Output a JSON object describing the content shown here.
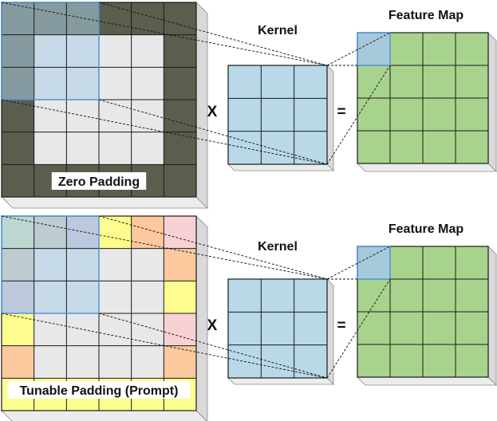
{
  "panels": [
    {
      "id": "zero",
      "padding_label": "Zero Padding",
      "kernel_label": "Kernel",
      "feature_map_label": "Feature Map",
      "operator_multiply": "X",
      "operator_equals": "=",
      "grid_size": 6,
      "padding_colors": [
        [
          "#5b5e4d",
          "#5b5e4d",
          "#5b5e4d",
          "#5b5e4d",
          "#5b5e4d",
          "#5b5e4d"
        ],
        [
          "#5b5e4d",
          "",
          "",
          "",
          "",
          "#5b5e4d"
        ],
        [
          "#5b5e4d",
          "",
          "",
          "",
          "",
          "#5b5e4d"
        ],
        [
          "#5b5e4d",
          "",
          "",
          "",
          "",
          "#5b5e4d"
        ],
        [
          "#5b5e4d",
          "",
          "",
          "",
          "",
          "#5b5e4d"
        ],
        [
          "#5b5e4d",
          "#5b5e4d",
          "#5b5e4d",
          "#5b5e4d",
          "#5b5e4d",
          "#5b5e4d"
        ]
      ]
    },
    {
      "id": "tunable",
      "padding_label": "Tunable Padding (Prompt)",
      "kernel_label": "Kernel",
      "feature_map_label": "Feature Map",
      "operator_multiply": "X",
      "operator_equals": "=",
      "grid_size": 6,
      "padding_colors": [
        [
          "#d3e2b8",
          "#d6c9b6",
          "#d3c2d2",
          "#fdfd8f",
          "#fbc99d",
          "#f7d1d4"
        ],
        [
          "#d6c9b6",
          "",
          "",
          "",
          "",
          "#fbc99d"
        ],
        [
          "#d3c2d2",
          "",
          "",
          "",
          "",
          "#fdfd8f"
        ],
        [
          "#fdfd8f",
          "",
          "",
          "",
          "",
          "#f7d1d4"
        ],
        [
          "#fbc99d",
          "",
          "",
          "",
          "",
          "#fbc99d"
        ],
        [
          "#fdfd8f",
          "#fdfd8f",
          "#fdfd8f",
          "#fdfd8f",
          "#fdfd8f",
          "#fdfd8f"
        ]
      ]
    }
  ],
  "colors": {
    "inner_cell": "#e8e8e8",
    "kernel_fill": "#b9d8e8",
    "kernel_overlay": "#a9cde6",
    "feature_fill": "#a8d38c",
    "feature_highlight": "#a6c9dc",
    "highlight_stroke": "#4a90d9",
    "grid_stroke": "#1a1a1a",
    "side_fill": "#d9d9d9",
    "bottom_fill": "#ececec"
  }
}
